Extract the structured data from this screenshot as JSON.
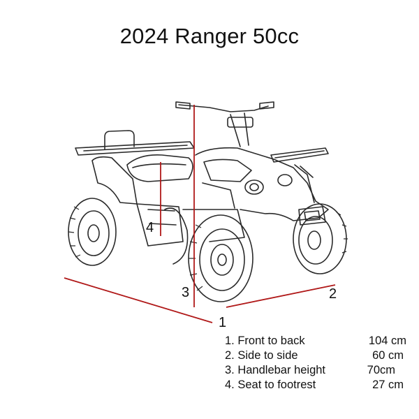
{
  "title": "2024 Ranger 50cc",
  "colors": {
    "dimension_line": "#b01818",
    "sketch": "#2a2a2a"
  },
  "dimension_markers": [
    {
      "id": "1",
      "label": "1"
    },
    {
      "id": "2",
      "label": "2"
    },
    {
      "id": "3",
      "label": "3"
    },
    {
      "id": "4",
      "label": "4"
    }
  ],
  "specs": [
    {
      "label": "1. Front to back",
      "value": "104 cm"
    },
    {
      "label": "2. Side to side",
      "value": "60 cm"
    },
    {
      "label": "3. Handlebar height",
      "value": "70cm"
    },
    {
      "label": "4. Seat to footrest",
      "value": "27 cm"
    }
  ]
}
